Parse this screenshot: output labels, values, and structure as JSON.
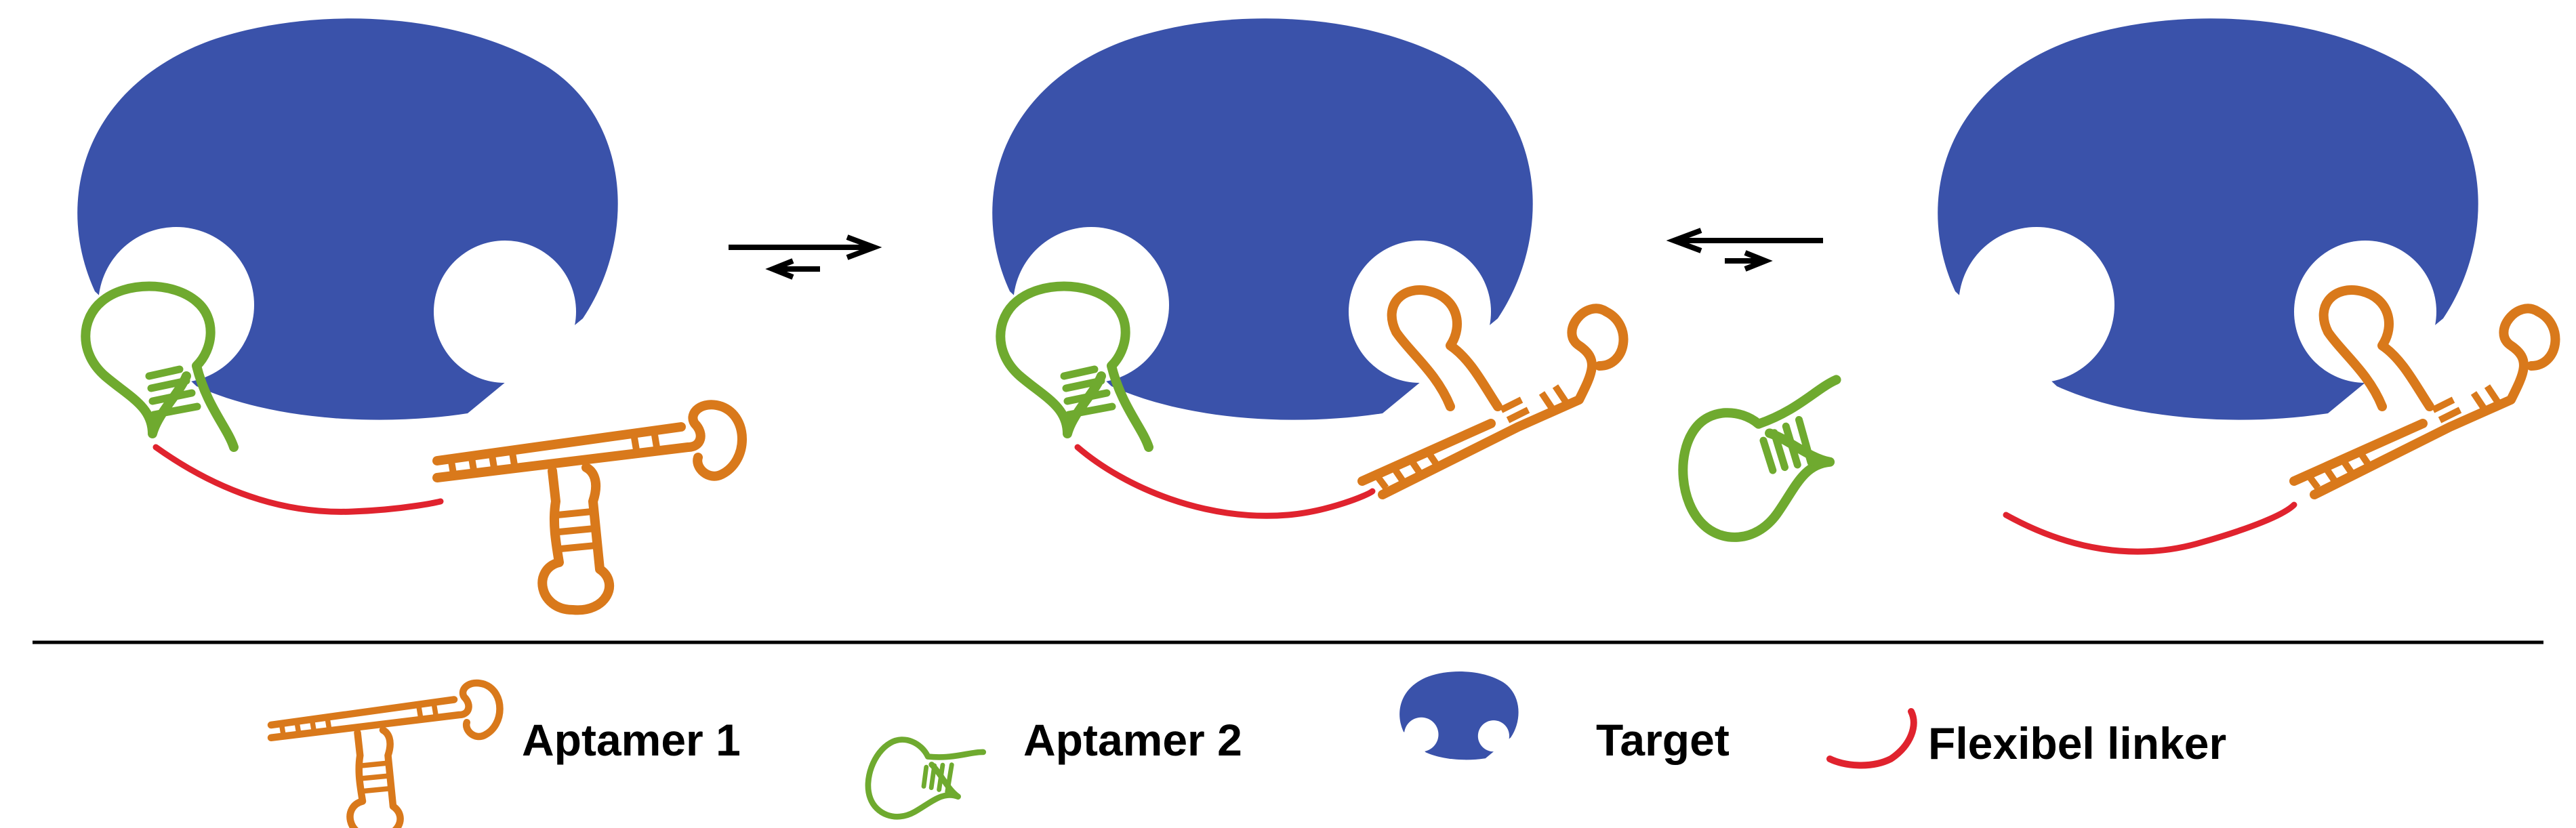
{
  "colors": {
    "target": "#3A52AA",
    "aptamer_1": "#D9791B",
    "aptamer_2": "#6FAA2F",
    "linker": "#E0232E",
    "arrow": "#000000",
    "divider": "#000000",
    "background": "#FFFFFF"
  },
  "legend": {
    "aptamer1_label": "Aptamer 1",
    "aptamer2_label": "Aptamer 2",
    "target_label": "Target",
    "linker_label": "Flexibel linker"
  }
}
